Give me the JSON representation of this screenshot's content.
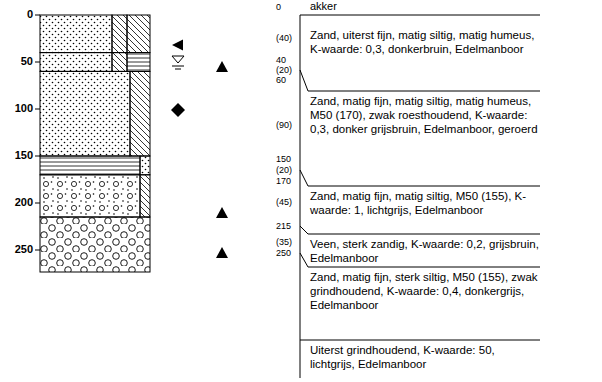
{
  "diagram": {
    "labels": [
      "0",
      "50",
      "100",
      "150",
      "200",
      "250",
      "0",
      "akker",
      "(40)",
      "Zand, uiterst fijn, matig siltig, matig humeus, K-waarde: 0,3, donkerbruin, Edelmanboor",
      "40",
      "(20)",
      "60",
      "Zand, matig fijn, matig siltig, matig humeus, M50 (170), zwak roesthoudend, K-waarde: 0,3, donker grijsbruin, Edelmanboor, geroerd",
      "(90)",
      "150",
      "(20)",
      "170",
      "Zand, matig fijn, matig siltig, M50 (155), K-waarde: 1, lichtgrijs, Edelmanboor",
      "(45)",
      "215",
      "Veen, sterk zandig, K-waarde: 0,2, grijsbruin, Edelmanboor",
      "(35)",
      "250",
      "Zand, matig fijn, sterk siltig, M50 (155), zwak grindhoudend, K-waarde: 0,4, donkergrijs, Edelmanboor",
      "Uiterst grindhoudend, K-waarde: 50, lichtgrijs, Edelmanboor"
    ]
  }
}
